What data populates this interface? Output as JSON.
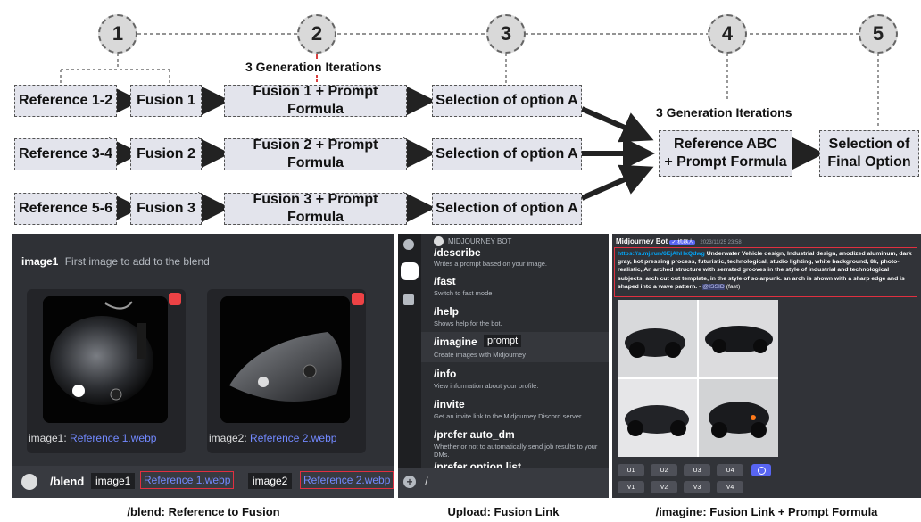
{
  "steps": [
    "1",
    "2",
    "3",
    "4",
    "5"
  ],
  "gen_label_top": "3 Generation Iterations",
  "gen_label_right": "3 Generation Iterations",
  "rows": [
    {
      "ref": "Reference 1-2",
      "fusion": "Fusion 1",
      "formula": "Fusion 1 + Prompt Formula",
      "select": "Selection of option A"
    },
    {
      "ref": "Reference 3-4",
      "fusion": "Fusion 2",
      "formula": "Fusion 2 + Prompt Formula",
      "select": "Selection of option A"
    },
    {
      "ref": "Reference 5-6",
      "fusion": "Fusion 3",
      "formula": "Fusion 3 + Prompt Formula",
      "select": "Selection of option A"
    }
  ],
  "ref_abc_line1": "Reference ABC",
  "ref_abc_line2": "+ Prompt Formula",
  "final_line1": "Selection of",
  "final_line2": "Final Option",
  "panel1": {
    "field_name": "image1",
    "field_desc": "First image to add to the blend",
    "card1_label": "image1:",
    "card1_file": "Reference 1.webp",
    "card2_label": "image2:",
    "card2_file": "Reference 2.webp",
    "cmd": "/blend",
    "opt1": "image1",
    "opt1_val": "Reference 1.webp",
    "opt2": "image2",
    "opt2_val": "Reference 2.webp",
    "caption": "/blend: Reference to Fusion"
  },
  "panel2": {
    "bot_name": "MIDJOURNEY BOT",
    "commands": [
      {
        "name": "/describe",
        "desc": "Writes a prompt based on your image."
      },
      {
        "name": "/fast",
        "desc": "Switch to fast mode"
      },
      {
        "name": "/help",
        "desc": "Shows help for the bot."
      },
      {
        "name": "/imagine",
        "desc": "Create images with Midjourney",
        "arg": "prompt"
      },
      {
        "name": "/info",
        "desc": "View information about your profile."
      },
      {
        "name": "/invite",
        "desc": "Get an invite link to the Midjourney Discord server"
      },
      {
        "name": "/prefer auto_dm",
        "desc": "Whether or not to automatically send job results to your DMs."
      },
      {
        "name": "/prefer option list",
        "desc": ""
      }
    ],
    "input_value": "/",
    "caption": "Upload: Fusion Link"
  },
  "panel3": {
    "bot_name": "Midjourney Bot",
    "badge": "✓ 机器人",
    "timestamp": "2023/11/25 23:58",
    "link": "https://s.mj.run/6EjAhHxQdwg",
    "prompt": "Underwater Vehicle design, Industrial design, anodized aluminum, dark gray, hot pressing process, futuristic, technological, studio lighting, white background, 8k, photo-realistic, An arched structure with serrated grooves in the style of industrial and technological subjects, arch cut out template, in the style of solarpunk. an arch is shown with a sharp edge and is shaped into a wave pattern. -",
    "mention": "@ISSID",
    "suffix": "(fast)",
    "u_buttons": [
      "U1",
      "U2",
      "U3",
      "U4"
    ],
    "v_buttons": [
      "V1",
      "V2",
      "V3",
      "V4"
    ],
    "caption": "/imagine: Fusion Link + Prompt Formula"
  }
}
